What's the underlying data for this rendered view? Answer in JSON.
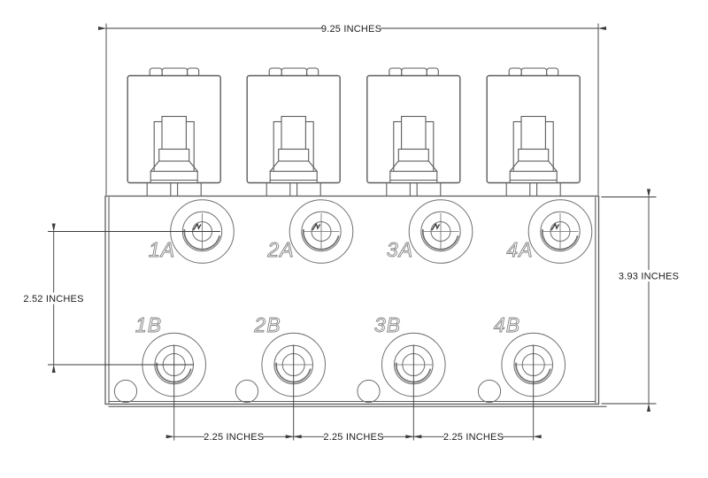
{
  "dimensions": {
    "overall_width": "9.25 INCHES",
    "overall_height": "3.93 INCHES",
    "row_spacing": "2.52 INCHES",
    "port_spacing": [
      "2.25 INCHES",
      "2.25 INCHES",
      "2.25 INCHES"
    ]
  },
  "ports": {
    "row_a": [
      "1A",
      "2A",
      "3A",
      "4A"
    ],
    "row_b": [
      "1B",
      "2B",
      "3B",
      "4B"
    ]
  },
  "colors": {
    "background": "#ffffff",
    "line": "#5d5d5d",
    "port_line": "#6f6f6f",
    "dimension": "#3a3a3a",
    "port_label_outline": "#828282"
  }
}
